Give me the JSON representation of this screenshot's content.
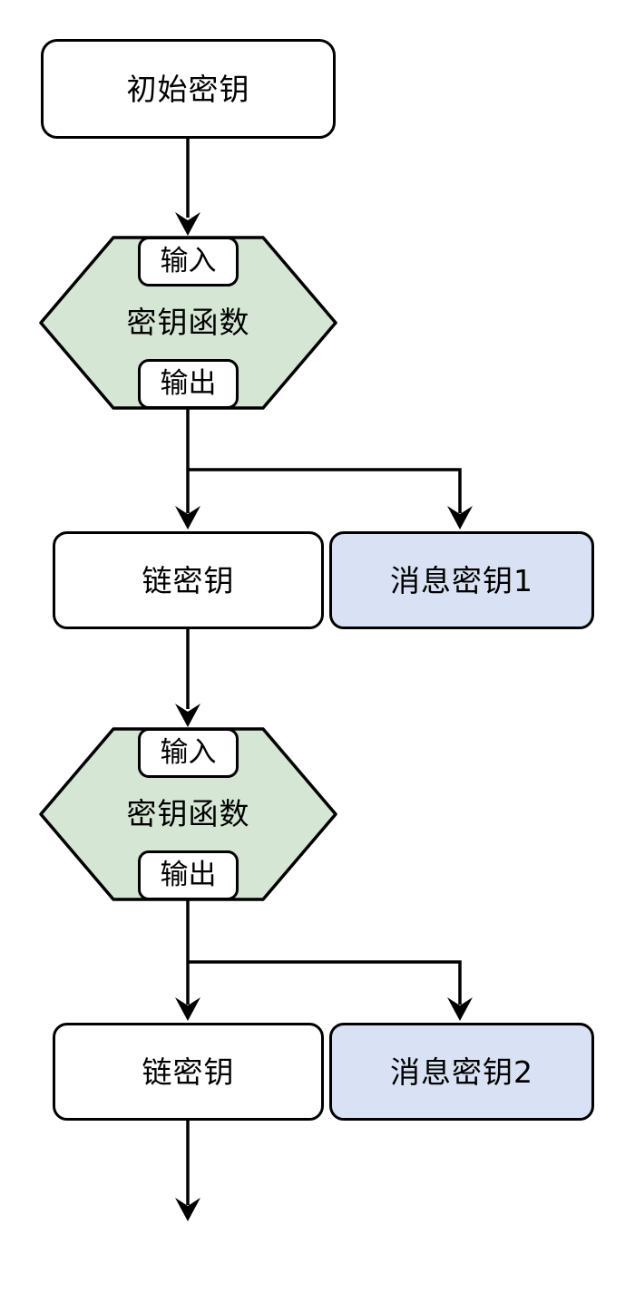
{
  "diagram": {
    "type": "flowchart-key-derivation-chain",
    "background": "#ffffff",
    "colors": {
      "plain_node_fill": "#ffffff",
      "kdf_hexagon_fill": "#d5e7d4",
      "message_key_fill": "#d9e2f4",
      "stroke": "#000000",
      "text": "#000000"
    },
    "nodes": {
      "initial_key": {
        "label": "初始密钥"
      },
      "kdf1": {
        "label": "密钥函数",
        "input": "输入",
        "output": "输出"
      },
      "chain_key1": {
        "label": "链密钥"
      },
      "message_key1": {
        "label": "消息密钥1"
      },
      "kdf2": {
        "label": "密钥函数",
        "input": "输入",
        "output": "输出"
      },
      "chain_key2": {
        "label": "链密钥"
      },
      "message_key2": {
        "label": "消息密钥2"
      }
    },
    "edges": [
      {
        "from": "initial_key",
        "to": "kdf1.input"
      },
      {
        "from": "kdf1.output",
        "to": "chain_key1"
      },
      {
        "from": "kdf1.output",
        "to": "message_key1"
      },
      {
        "from": "chain_key1",
        "to": "kdf2.input"
      },
      {
        "from": "kdf2.output",
        "to": "chain_key2"
      },
      {
        "from": "kdf2.output",
        "to": "message_key2"
      },
      {
        "from": "chain_key2",
        "to": "continuation"
      }
    ]
  }
}
